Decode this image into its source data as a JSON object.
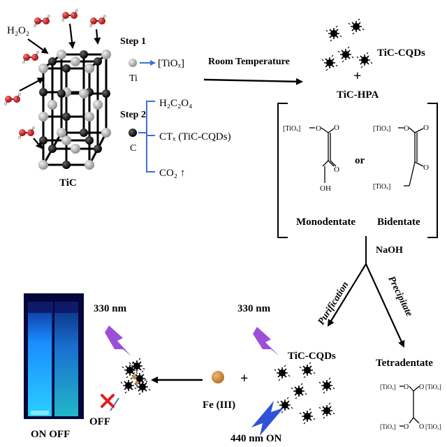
{
  "reactants": {
    "h2o2": "H₂O₂",
    "tic": "TiC"
  },
  "step1": {
    "title": "Step 1",
    "atom": "Ti",
    "product": "[TiOₓ]"
  },
  "step2": {
    "title": "Step 2",
    "atom": "C",
    "products": [
      "H₂C₂O₄",
      "CTₓ (TiC-CQDs)",
      "CO₂ ↑"
    ]
  },
  "condition": "Room Temperature",
  "products": {
    "cqds": "TiC-CQDs",
    "plus": "+",
    "hpa": "TiC-HPA"
  },
  "bracket": {
    "or": "or",
    "left_label": "Monodentate",
    "right_label": "Bidentate",
    "mono": {
      "tiox": "[TiOₓ]",
      "o": "O",
      "oh": "OH"
    },
    "bi": {
      "tiox1": "[TiOₓ]",
      "tiox2": "[TiOₓ]",
      "o": "O"
    }
  },
  "naoh": "NaOH",
  "branches": {
    "left": "Purification",
    "right": "Precipitate"
  },
  "tetradentate": {
    "label": "Tetradentate",
    "tiox": "[TiOₓ]",
    "o": "O"
  },
  "bottom": {
    "cqds": "TiC-CQDs",
    "uv1": "330 nm",
    "uv2": "330 nm",
    "emission": "440 nm ON",
    "fe": "Fe (III)",
    "plus": "+",
    "off": "OFF",
    "vials": "ON OFF"
  },
  "colors": {
    "arrow_blue": "#3b6fd6",
    "lightning_purple": "#9b4fd9",
    "lightning_blue": "#2f52d8",
    "fe_dot": "#c98a3c",
    "cross_red": "#e0201b",
    "ti_atom": "#b9b9b9",
    "o_atom": "#d6161a",
    "vial_glow": "#1aa8ff"
  }
}
